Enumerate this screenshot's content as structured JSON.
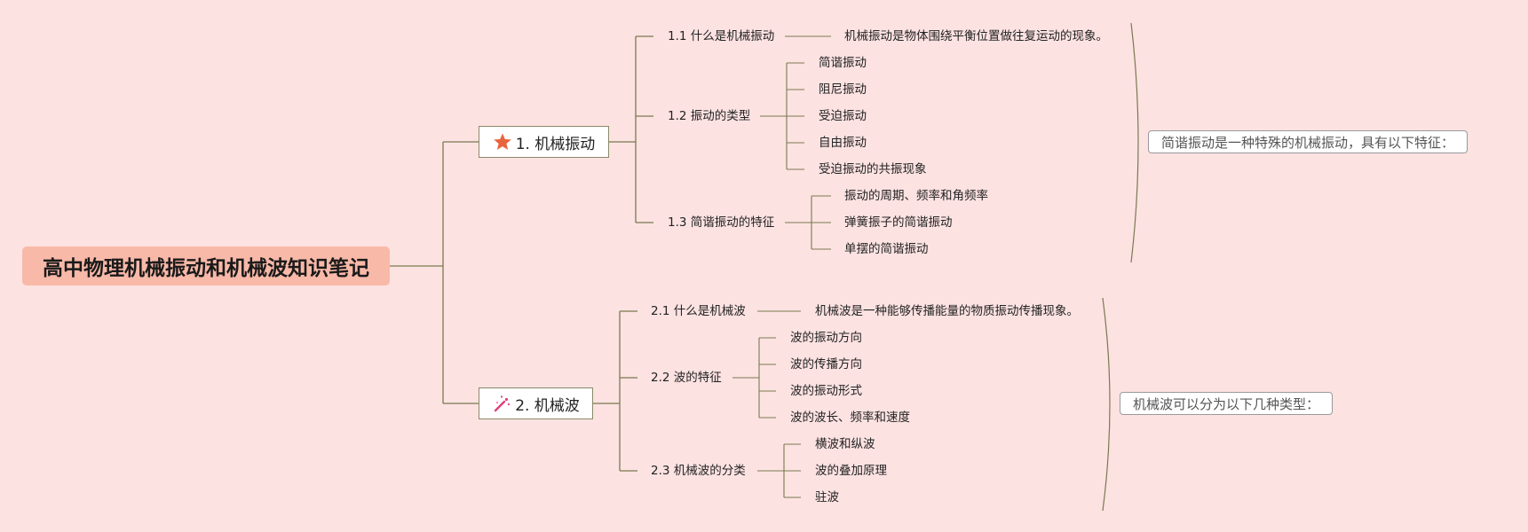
{
  "root": {
    "title": "高中物理机械振动和机械波知识笔记"
  },
  "branches": [
    {
      "label": "1. 机械振动",
      "icon": "star-icon",
      "summary": "简谐振动是一种特殊的机械振动，具有以下特征：",
      "children": [
        {
          "label": "1.1 什么是机械振动",
          "children": [
            "机械振动是物体围绕平衡位置做往复运动的现象。"
          ]
        },
        {
          "label": "1.2 振动的类型",
          "children": [
            "简谐振动",
            "阻尼振动",
            "受迫振动",
            "自由振动",
            "受迫振动的共振现象"
          ]
        },
        {
          "label": "1.3 简谐振动的特征",
          "children": [
            "振动的周期、频率和角频率",
            "弹簧振子的简谐振动",
            "单摆的简谐振动"
          ]
        }
      ]
    },
    {
      "label": "2. 机械波",
      "icon": "magic-wand-icon",
      "summary": "机械波可以分为以下几种类型：",
      "children": [
        {
          "label": "2.1 什么是机械波",
          "children": [
            "机械波是一种能够传播能量的物质振动传播现象。"
          ]
        },
        {
          "label": "2.2 波的特征",
          "children": [
            "波的振动方向",
            "波的传播方向",
            "波的振动形式",
            "波的波长、频率和速度"
          ]
        },
        {
          "label": "2.3 机械波的分类",
          "children": [
            "横波和纵波",
            "波的叠加原理",
            "驻波"
          ]
        }
      ]
    }
  ],
  "colors": {
    "background": "#fde2e2",
    "root_fill": "#f9b9a8",
    "line": "#7a7a50",
    "star": "#e8643c",
    "wand": "#e0407a"
  }
}
